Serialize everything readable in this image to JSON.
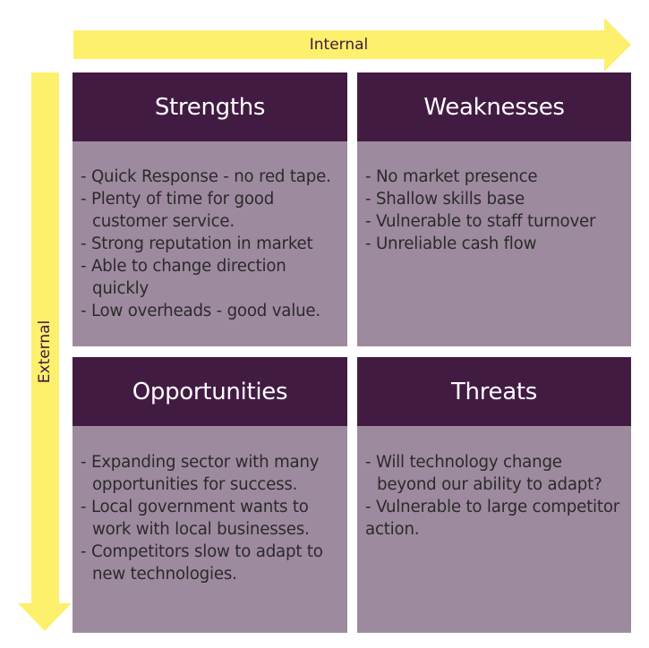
{
  "colors": {
    "arrow_fill": "#fcf06c",
    "header_bg": "#421b43",
    "body_bg": "#9e8a9e",
    "header_text": "#ffffff",
    "body_text": "#2a2a2a",
    "axis_label_text": "#3f1a42"
  },
  "axes": {
    "horizontal": {
      "label": "Internal",
      "direction": "right"
    },
    "vertical": {
      "label": "External",
      "direction": "down"
    }
  },
  "quadrants": {
    "strengths": {
      "title": "Strengths",
      "items": [
        {
          "lines": [
            "- Quick Response - no red tape."
          ]
        },
        {
          "lines": [
            "- Plenty of time for good",
            "customer service."
          ]
        },
        {
          "lines": [
            "- Strong reputation in market"
          ]
        },
        {
          "lines": [
            "- Able to change direction",
            "quickly"
          ]
        },
        {
          "lines": [
            "- Low overheads - good value."
          ]
        }
      ]
    },
    "weaknesses": {
      "title": "Weaknesses",
      "items": [
        {
          "lines": [
            "- No market presence"
          ]
        },
        {
          "lines": [
            "- Shallow skills base"
          ]
        },
        {
          "lines": [
            "- Vulnerable to staff turnover"
          ]
        },
        {
          "lines": [
            "- Unreliable cash flow"
          ]
        }
      ]
    },
    "opportunities": {
      "title": "Opportunities",
      "items": [
        {
          "lines": [
            "- Expanding sector with many",
            "opportunities for success."
          ]
        },
        {
          "lines": [
            "- Local government wants to",
            "work with local businesses."
          ]
        },
        {
          "lines": [
            "- Competitors slow to adapt to",
            "new technologies."
          ]
        }
      ]
    },
    "threats": {
      "title": "Threats",
      "items": [
        {
          "lines": [
            "- Will technology change",
            "beyond our ability to adapt?"
          ]
        },
        {
          "lines": [
            "- Vulnerable to large competitor",
            "action."
          ]
        }
      ]
    }
  }
}
